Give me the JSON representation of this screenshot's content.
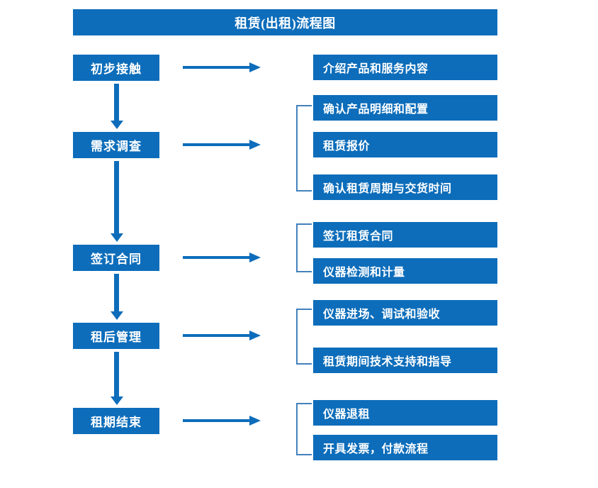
{
  "diagram": {
    "title": "租赁(出租)流程图",
    "colors": {
      "primary_blue": "#0d6dba",
      "bracket_blue": "#4281bd",
      "text_on_blue": "#ffffff",
      "background": "#ffffff"
    },
    "stages": [
      {
        "label": "初步接触"
      },
      {
        "label": "需求调查"
      },
      {
        "label": "签订合同"
      },
      {
        "label": "租后管理"
      },
      {
        "label": "租期结束"
      }
    ],
    "details": [
      {
        "label": "介绍产品和服务内容"
      },
      {
        "label": "确认产品明细和配置"
      },
      {
        "label": "租赁报价"
      },
      {
        "label": "确认租赁周期与交货时间"
      },
      {
        "label": "签订租赁合同"
      },
      {
        "label": "仪器检测和计量"
      },
      {
        "label": "仪器进场、调试和验收"
      },
      {
        "label": "租赁期间技术支持和指导"
      },
      {
        "label": "仪器退租"
      },
      {
        "label": "开具发票，付款流程"
      }
    ],
    "groups": [
      {
        "stage": "初步接触",
        "items": [
          "介绍产品和服务内容"
        ]
      },
      {
        "stage": "需求调查",
        "items": [
          "确认产品明细和配置",
          "租赁报价",
          "确认租赁周期与交货时间"
        ]
      },
      {
        "stage": "签订合同",
        "items": [
          "签订租赁合同",
          "仪器检测和计量"
        ]
      },
      {
        "stage": "租后管理",
        "items": [
          "仪器进场、调试和验收",
          "租赁期间技术支持和指导"
        ]
      },
      {
        "stage": "租期结束",
        "items": [
          "仪器退租",
          "开具发票，付款流程"
        ]
      }
    ]
  }
}
